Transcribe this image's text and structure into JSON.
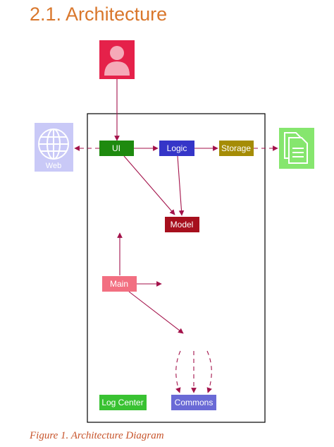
{
  "page": {
    "heading": "2.1. Architecture",
    "caption": "Figure 1. Architecture Diagram"
  },
  "diagram": {
    "actor": {
      "icon": "user-icon",
      "color": "#e5214a"
    },
    "web": {
      "label": "Web",
      "icon": "globe-icon",
      "color": "#c9c9f7"
    },
    "file": {
      "icon": "document-icon",
      "color": "#86e66e"
    },
    "components": {
      "ui": {
        "label": "UI",
        "color": "#1e8a0f"
      },
      "logic": {
        "label": "Logic",
        "color": "#3535c8"
      },
      "storage": {
        "label": "Storage",
        "color": "#a58c06"
      },
      "model": {
        "label": "Model",
        "color": "#a60f1d"
      },
      "main": {
        "label": "Main",
        "color": "#f26f81"
      },
      "log_center": {
        "label": "Log Center",
        "color": "#39c232"
      },
      "commons": {
        "label": "Commons",
        "color": "#6a6ad6"
      }
    },
    "arrow_color": "#a3124a",
    "frame_color": "#000000"
  }
}
